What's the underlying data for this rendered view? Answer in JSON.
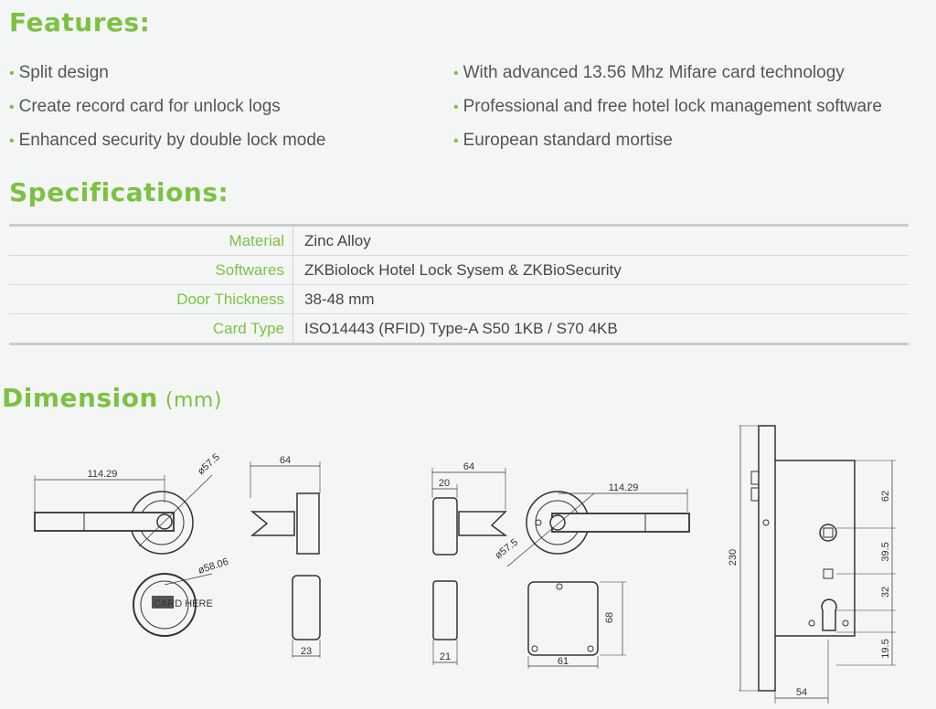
{
  "features": {
    "title": "Features:",
    "left": [
      "Split design",
      "Create record card for unlock logs",
      "Enhanced security by double lock mode"
    ],
    "right": [
      "With advanced 13.56 Mhz Mifare card technology",
      "Professional and free hotel lock management software",
      "European standard mortise"
    ]
  },
  "specifications": {
    "title": "Specifications:",
    "rows": [
      {
        "label": "Material",
        "value": "Zinc Alloy"
      },
      {
        "label": "Softwares",
        "value": "ZKBiolock Hotel Lock Sysem & ZKBioSecurity"
      },
      {
        "label": "Door Thickness",
        "value": "38-48 mm"
      },
      {
        "label": "Card Type",
        "value": "ISO14443 (RFID) Type-A S50 1KB / S70 4KB"
      }
    ]
  },
  "dimension": {
    "title": "Dimension",
    "unit": "(mm)",
    "labels": {
      "handle_length_front": "114.29",
      "rose_diameter_front": "ø57.5",
      "reader_diameter": "ø58.06",
      "side_depth_front": "64",
      "reader_depth": "23",
      "side_depth_back": "64",
      "rose_depth_back": "20",
      "handle_length_back": "114.29",
      "rose_diameter_back": "ø57.5",
      "box_depth": "21",
      "box_width": "61",
      "box_height": "68",
      "mortise_height": "230",
      "mortise_spacing_1": "62",
      "mortise_spacing_2": "39.5",
      "mortise_spacing_3": "32",
      "mortise_spacing_4": "19.5",
      "mortise_backset": "54"
    },
    "card_text": "CARD HERE"
  }
}
